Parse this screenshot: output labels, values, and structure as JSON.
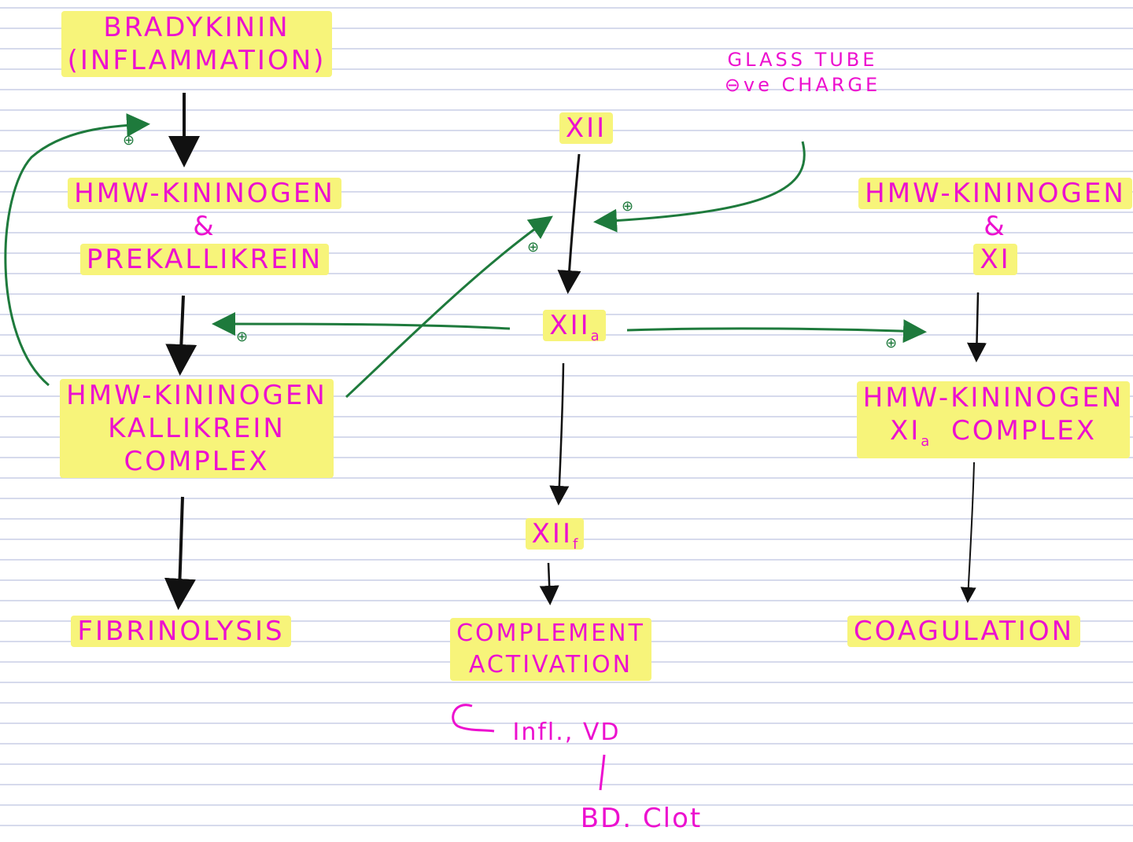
{
  "title": {
    "line1": "BRADYKININ",
    "line2": "(INFLAMMATION)"
  },
  "glass_tube": {
    "line1": "GLASS TUBE",
    "line2": "⊖ve CHARGE"
  },
  "left_column": {
    "reactant_1": "HMW-KININOGEN",
    "amp": "&",
    "reactant_2": "PREKALLIKREIN",
    "complex_line1": "HMW-KININOGEN",
    "complex_line2": "KALLIKREIN",
    "complex_line3": "COMPLEX",
    "outcome": "FIBRINOLYSIS"
  },
  "center_column": {
    "factor": "XII",
    "activated": "XII",
    "activated_sub": "a",
    "fragment": "XII",
    "fragment_sub": "f",
    "outcome_line1": "COMPLEMENT",
    "outcome_line2": "ACTIVATION",
    "note": "Infl., VD",
    "final": "BD. Clot"
  },
  "right_column": {
    "reactant_1": "HMW-KININOGEN",
    "amp": "&",
    "reactant_2": "XI",
    "complex_line1": "HMW-KININOGEN",
    "complex_factor": "XI",
    "complex_sub": "a",
    "complex_rest": "COMPLEX",
    "outcome": "COAGULATION"
  },
  "signs": {
    "feedback_bradykinin": "⊕",
    "feedback_xii": "⊕",
    "glass_tube": "⊕",
    "xiia_left": "⊕",
    "xiia_right": "⊕"
  },
  "colors": {
    "ink": "#ec10cf",
    "highlight": "#f7f47a",
    "green_arrow": "#1e7a3c",
    "black_arrow": "#111111",
    "rule_line": "#c8cde6"
  }
}
